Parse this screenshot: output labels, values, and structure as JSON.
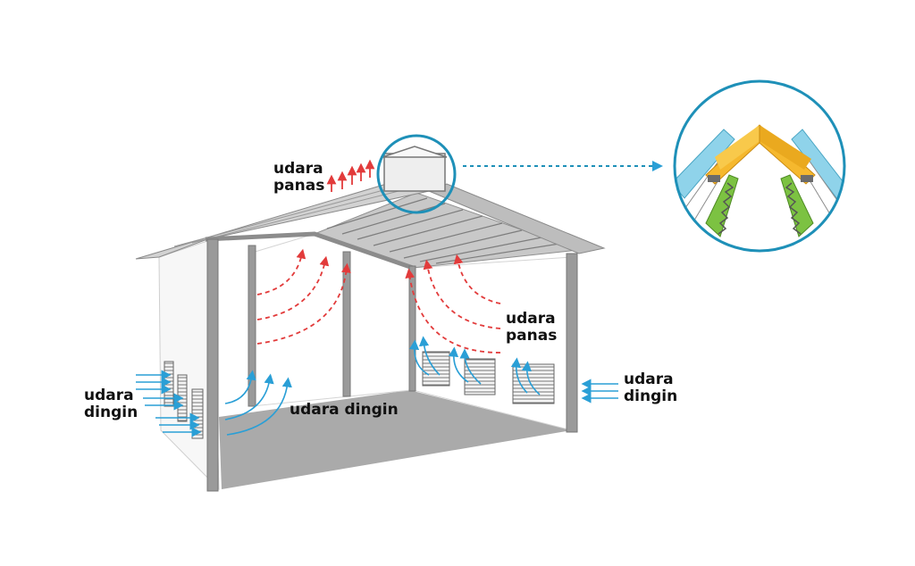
{
  "labels": {
    "hot_air_top_line1": "udara",
    "hot_air_top_line2": "panas",
    "hot_air_right_line1": "udara",
    "hot_air_right_line2": "panas",
    "cold_air_left_line1": "udara",
    "cold_air_left_line2": "dingin",
    "cold_air_right_line1": "udara",
    "cold_air_right_line2": "dingin",
    "cold_air_floor": "udara dingin"
  },
  "colors": {
    "hot_air": "#e23b3b",
    "cold_air": "#2a9fd6",
    "structure": "#9a9a9a",
    "floor": "#aaaaaa",
    "ridge_vent": "#f5b82e",
    "ridge_vent_frame": "#6fc7e3",
    "ridge_vent_support": "#7cc242",
    "magnifier_ring": "#1e90b8"
  },
  "icons": {
    "hot_air_flow": "dashed-red-arrow",
    "cold_air_flow": "blue-arrow",
    "zoom_callout": "magnifier-circle"
  }
}
